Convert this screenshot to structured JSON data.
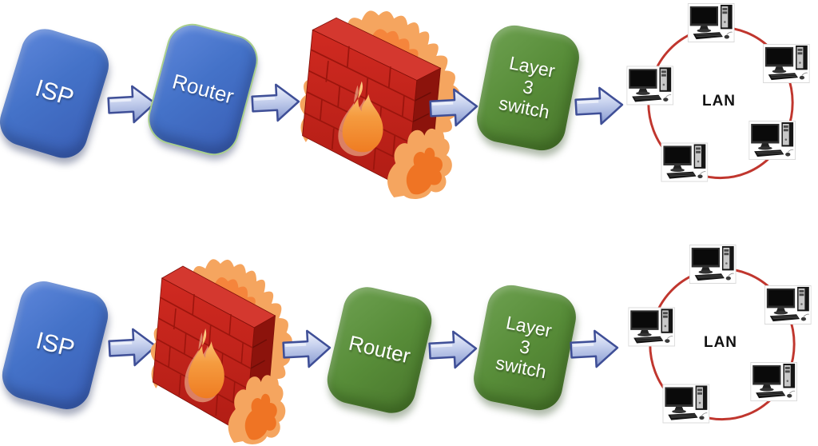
{
  "diagram": {
    "description": "Two network topology flows comparing device order",
    "rows": [
      {
        "nodes": [
          {
            "type": "box",
            "label": "ISP",
            "color": "blue"
          },
          {
            "type": "arrow",
            "icon": "right-arrow-icon"
          },
          {
            "type": "box",
            "label": "Router",
            "color": "blue"
          },
          {
            "type": "arrow",
            "icon": "right-arrow-icon"
          },
          {
            "type": "firewall",
            "icon": "firewall-icon"
          },
          {
            "type": "arrow",
            "icon": "right-arrow-icon"
          },
          {
            "type": "box",
            "label": "Layer\n3\nswitch",
            "color": "green"
          },
          {
            "type": "arrow",
            "icon": "right-arrow-icon"
          },
          {
            "type": "lan",
            "label": "LAN",
            "computers": 5
          }
        ]
      },
      {
        "nodes": [
          {
            "type": "box",
            "label": "ISP",
            "color": "blue"
          },
          {
            "type": "arrow",
            "icon": "right-arrow-icon"
          },
          {
            "type": "firewall",
            "icon": "firewall-icon"
          },
          {
            "type": "arrow",
            "icon": "right-arrow-icon"
          },
          {
            "type": "box",
            "label": "Router",
            "color": "green"
          },
          {
            "type": "arrow",
            "icon": "right-arrow-icon"
          },
          {
            "type": "box",
            "label": "Layer\n3\nswitch",
            "color": "green"
          },
          {
            "type": "arrow",
            "icon": "right-arrow-icon"
          },
          {
            "type": "lan",
            "label": "LAN",
            "computers": 5
          }
        ]
      }
    ],
    "colors": {
      "box_blue": "#4472c8",
      "box_green": "#578c38",
      "arrow_fill": "#c3cdec",
      "arrow_border": "#3f4f97",
      "firewall_brick": "#c4231c",
      "flame_orange": "#f5a55f",
      "lan_ring_red": "#c0362e",
      "label_text": "#ffffff",
      "lan_text": "#111111"
    }
  }
}
